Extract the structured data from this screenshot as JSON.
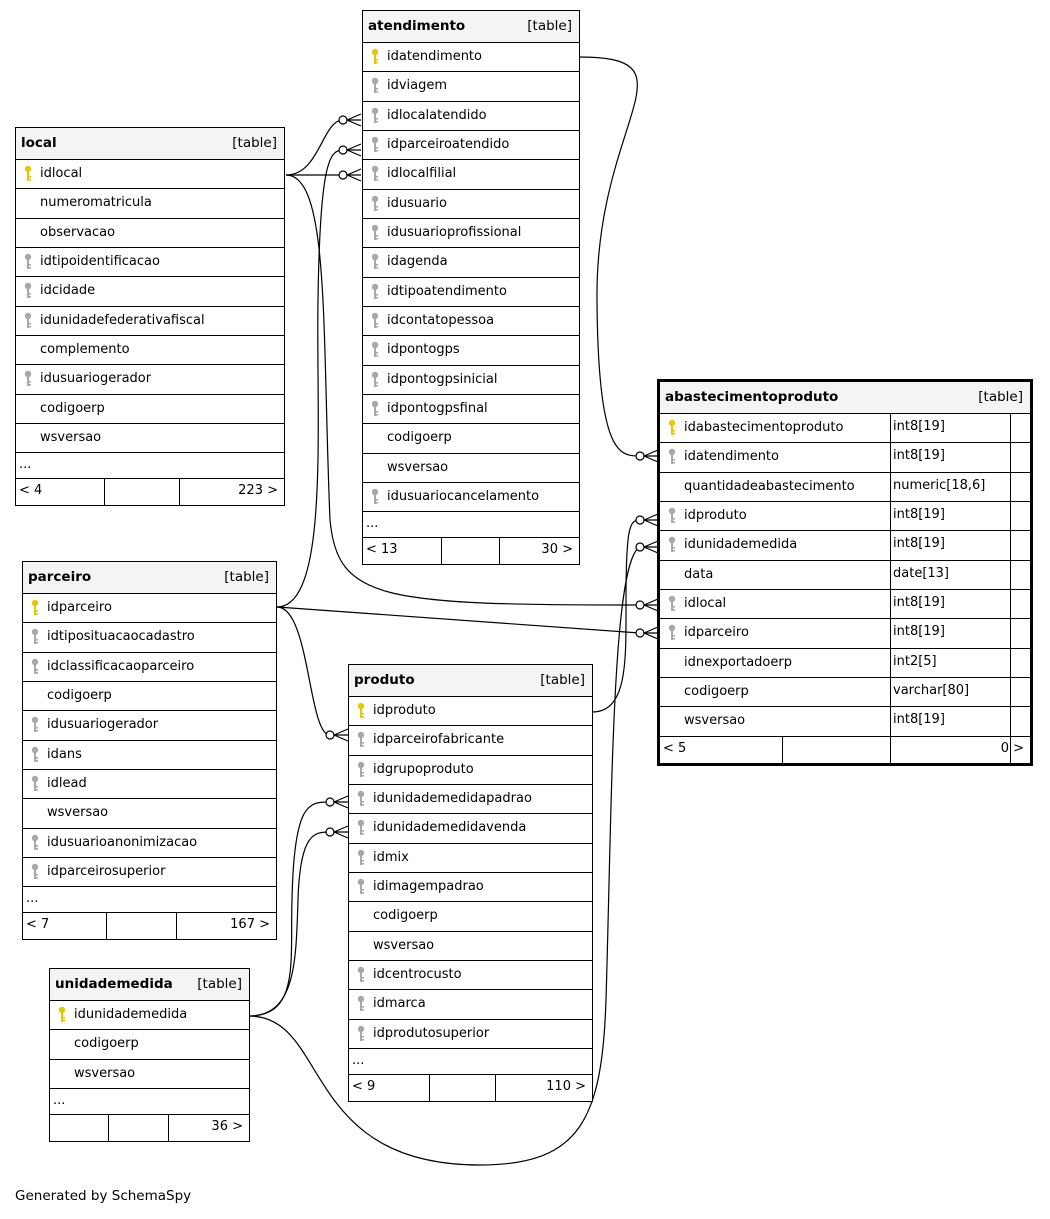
{
  "footer": "Generated by SchemaSpy",
  "colors": {
    "primary_key": "#e6c800",
    "foreign_key": "#a8a8a8",
    "header_bg": "#f4f4f4"
  },
  "tables": {
    "atendimento": {
      "name": "atendimento",
      "kind": "[table]",
      "columns": [
        {
          "name": "idatendimento",
          "key": "pk"
        },
        {
          "name": "idviagem",
          "key": "fk"
        },
        {
          "name": "idlocalatendido",
          "key": "fk"
        },
        {
          "name": "idparceiroatendido",
          "key": "fk"
        },
        {
          "name": "idlocalfilial",
          "key": "fk"
        },
        {
          "name": "idusuario",
          "key": "fk"
        },
        {
          "name": "idusuarioprofissional",
          "key": "fk"
        },
        {
          "name": "idagenda",
          "key": "fk"
        },
        {
          "name": "idtipoatendimento",
          "key": "fk"
        },
        {
          "name": "idcontatopessoa",
          "key": "fk"
        },
        {
          "name": "idpontogps",
          "key": "fk"
        },
        {
          "name": "idpontogpsinicial",
          "key": "fk"
        },
        {
          "name": "idpontogpsfinal",
          "key": "fk"
        },
        {
          "name": "codigoerp",
          "key": ""
        },
        {
          "name": "wsversao",
          "key": ""
        },
        {
          "name": "idusuariocancelamento",
          "key": "fk"
        }
      ],
      "more": "...",
      "footer_left": "< 13",
      "footer_right": "30 >"
    },
    "local": {
      "name": "local",
      "kind": "[table]",
      "columns": [
        {
          "name": "idlocal",
          "key": "pk"
        },
        {
          "name": "numeromatricula",
          "key": ""
        },
        {
          "name": "observacao",
          "key": ""
        },
        {
          "name": "idtipoidentificacao",
          "key": "fk"
        },
        {
          "name": "idcidade",
          "key": "fk"
        },
        {
          "name": "idunidadefederativafiscal",
          "key": "fk"
        },
        {
          "name": "complemento",
          "key": ""
        },
        {
          "name": "idusuariogerador",
          "key": "fk"
        },
        {
          "name": "codigoerp",
          "key": ""
        },
        {
          "name": "wsversao",
          "key": ""
        }
      ],
      "more": "...",
      "footer_left": "< 4",
      "footer_right": "223 >"
    },
    "parceiro": {
      "name": "parceiro",
      "kind": "[table]",
      "columns": [
        {
          "name": "idparceiro",
          "key": "pk"
        },
        {
          "name": "idtiposituacaocadastro",
          "key": "fk"
        },
        {
          "name": "idclassificacaoparceiro",
          "key": "fk"
        },
        {
          "name": "codigoerp",
          "key": ""
        },
        {
          "name": "idusuariogerador",
          "key": "fk"
        },
        {
          "name": "idans",
          "key": "fk"
        },
        {
          "name": "idlead",
          "key": "fk"
        },
        {
          "name": "wsversao",
          "key": ""
        },
        {
          "name": "idusuarioanonimizacao",
          "key": "fk"
        },
        {
          "name": "idparceirosuperior",
          "key": "fk"
        }
      ],
      "more": "...",
      "footer_left": "< 7",
      "footer_right": "167 >"
    },
    "produto": {
      "name": "produto",
      "kind": "[table]",
      "columns": [
        {
          "name": "idproduto",
          "key": "pk"
        },
        {
          "name": "idparceirofabricante",
          "key": "fk"
        },
        {
          "name": "idgrupoproduto",
          "key": "fk"
        },
        {
          "name": "idunidademedidapadrao",
          "key": "fk"
        },
        {
          "name": "idunidademedidavenda",
          "key": "fk"
        },
        {
          "name": "idmix",
          "key": "fk"
        },
        {
          "name": "idimagempadrao",
          "key": "fk"
        },
        {
          "name": "codigoerp",
          "key": ""
        },
        {
          "name": "wsversao",
          "key": ""
        },
        {
          "name": "idcentrocusto",
          "key": "fk"
        },
        {
          "name": "idmarca",
          "key": "fk"
        },
        {
          "name": "idprodutosuperior",
          "key": "fk"
        }
      ],
      "more": "...",
      "footer_left": "< 9",
      "footer_right": "110 >"
    },
    "unidademedida": {
      "name": "unidademedida",
      "kind": "[table]",
      "columns": [
        {
          "name": "idunidademedida",
          "key": "pk"
        },
        {
          "name": "codigoerp",
          "key": ""
        },
        {
          "name": "wsversao",
          "key": ""
        }
      ],
      "more": "...",
      "footer_left": "",
      "footer_right": "36 >"
    },
    "abastecimentoproduto": {
      "name": "abastecimentoproduto",
      "kind": "[table]",
      "columns": [
        {
          "name": "idabastecimentoproduto",
          "key": "pk",
          "type": "int8[19]"
        },
        {
          "name": "idatendimento",
          "key": "fk",
          "type": "int8[19]"
        },
        {
          "name": "quantidadeabastecimento",
          "key": "",
          "type": "numeric[18,6]"
        },
        {
          "name": "idproduto",
          "key": "fk",
          "type": "int8[19]"
        },
        {
          "name": "idunidademedida",
          "key": "fk",
          "type": "int8[19]"
        },
        {
          "name": "data",
          "key": "",
          "type": "date[13]"
        },
        {
          "name": "idlocal",
          "key": "fk",
          "type": "int8[19]"
        },
        {
          "name": "idparceiro",
          "key": "fk",
          "type": "int8[19]"
        },
        {
          "name": "idnexportadoerp",
          "key": "",
          "type": "int2[5]"
        },
        {
          "name": "codigoerp",
          "key": "",
          "type": "varchar[80]"
        },
        {
          "name": "wsversao",
          "key": "",
          "type": "int8[19]"
        }
      ],
      "footer_left": "< 5",
      "footer_right": "0 >"
    }
  }
}
